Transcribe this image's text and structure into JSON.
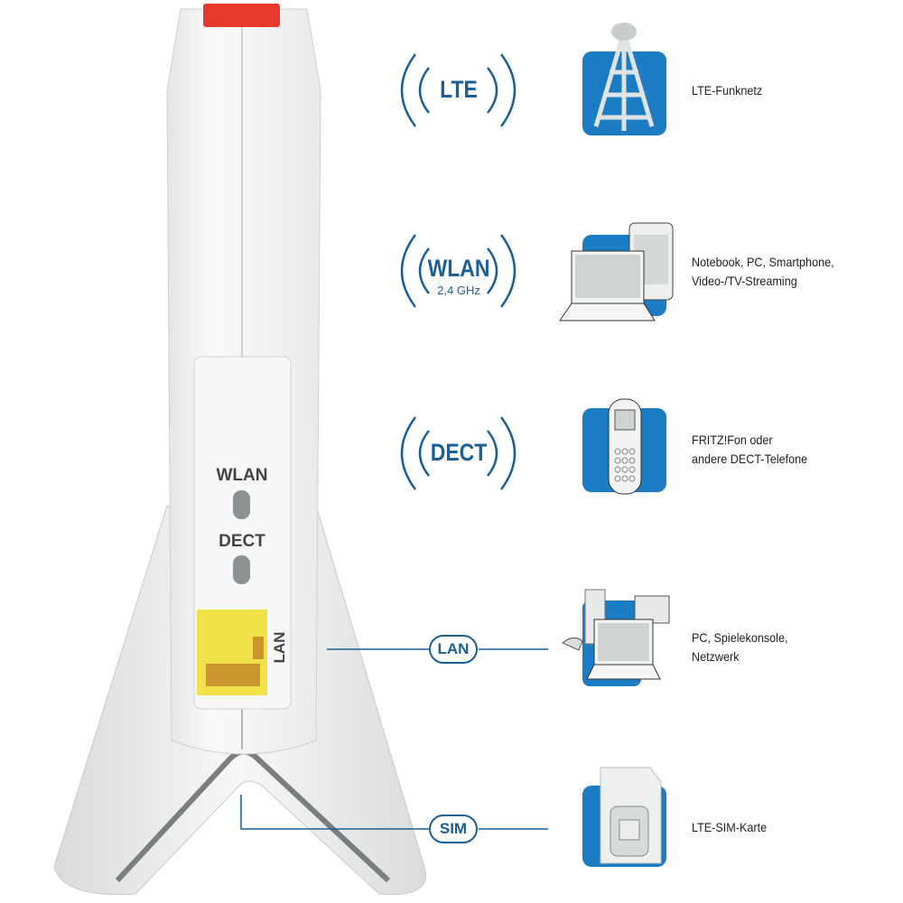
{
  "device": {
    "button_labels": [
      "WLAN",
      "DECT"
    ],
    "port_label": "LAN"
  },
  "connections": [
    {
      "tag": "LTE",
      "subtitle": "",
      "icon": "cell-tower-icon",
      "description": [
        "LTE-Funknetz"
      ]
    },
    {
      "tag": "WLAN",
      "subtitle": "2,4 GHz",
      "icon": "notebook-smartphone-icon",
      "description": [
        "Notebook, PC, Smartphone,",
        "Video-/TV-Streaming"
      ]
    },
    {
      "tag": "DECT",
      "subtitle": "",
      "icon": "cordless-phone-icon",
      "description": [
        "FRITZ!Fon oder",
        "andere DECT-Telefone"
      ]
    },
    {
      "tag": "LAN",
      "subtitle": "",
      "icon": "pc-console-network-icon",
      "description": [
        "PC, Spielekonsole,",
        "Netzwerk"
      ]
    },
    {
      "tag": "SIM",
      "subtitle": "",
      "icon": "sim-card-icon",
      "description": [
        "LTE-SIM-Karte"
      ]
    }
  ],
  "colors": {
    "accent": "#1a5f96",
    "icon_blue": "#1b7cc4",
    "power_button": "#e8392f",
    "lan_port": "#f2e24a"
  }
}
